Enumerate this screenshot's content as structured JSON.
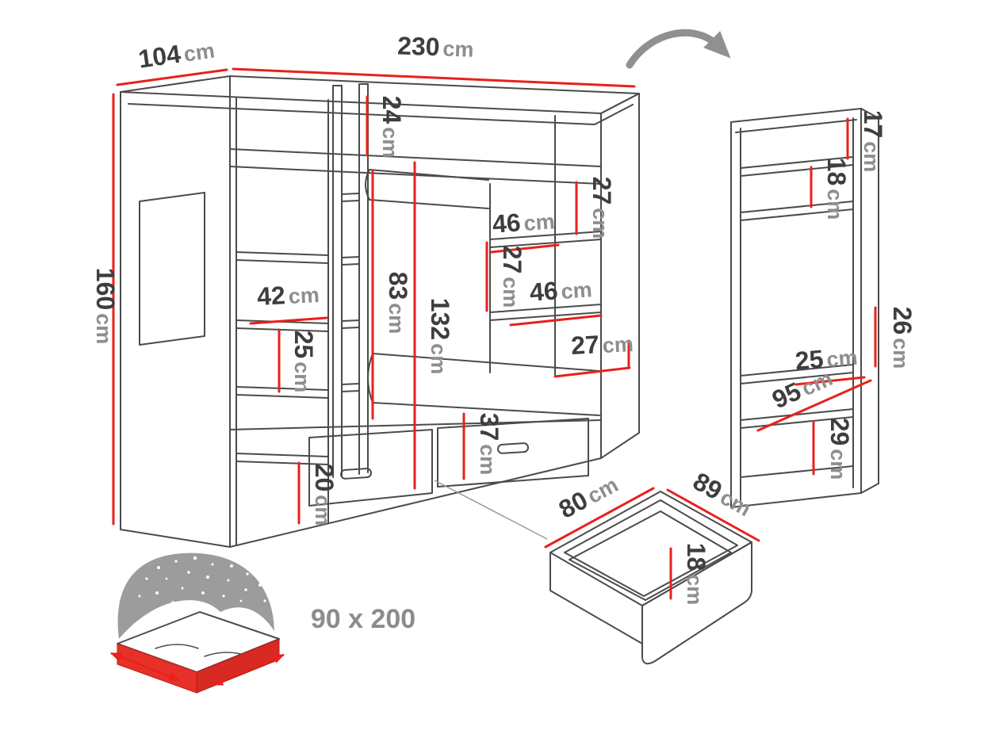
{
  "colors": {
    "outline": "#4b4b4b",
    "dimension_red": "#e8211c",
    "value_text": "#3e3e3e",
    "unit_text": "#8e8e8e",
    "note_text": "#8c8c8c",
    "arrow_gray": "#909090",
    "blanket_gray": "#9c9c9c",
    "mattress_red": "#e73128",
    "background": "#ffffff"
  },
  "figures": {
    "main": "bunk-bed",
    "top_right": "shelf-cabinet",
    "bottom_middle": "storage-drawer",
    "bottom_left": "mattress-with-starry-blanket"
  },
  "icons": {
    "rotation_arrow": "curved-arrow-right"
  },
  "labels": {
    "bed_depth": {
      "value": "104",
      "unit": "cm"
    },
    "bed_width": {
      "value": "230",
      "unit": "cm"
    },
    "bed_height": {
      "value": "160",
      "unit": "cm"
    },
    "guard_rail_height": {
      "value": "24",
      "unit": "cm"
    },
    "shelf_gap_top": {
      "value": "27",
      "unit": "cm"
    },
    "shelf_width_upper": {
      "value": "46",
      "unit": "cm"
    },
    "shelf_gap_middle": {
      "value": "27",
      "unit": "cm"
    },
    "shelf_width_lower": {
      "value": "46",
      "unit": "cm"
    },
    "cubby_width": {
      "value": "42",
      "unit": "cm"
    },
    "cubby_gap": {
      "value": "25",
      "unit": "cm"
    },
    "bunk_clearance": {
      "value": "83",
      "unit": "cm"
    },
    "upper_bunk_height": {
      "value": "132",
      "unit": "cm"
    },
    "side_rail_height": {
      "value": "27",
      "unit": "cm"
    },
    "drawer_front_height": {
      "value": "37",
      "unit": "cm"
    },
    "plinth_height": {
      "value": "20",
      "unit": "cm"
    },
    "cabinet_top_gap": {
      "value": "17",
      "unit": "cm"
    },
    "cabinet_shelf_gap": {
      "value": "18",
      "unit": "cm"
    },
    "cabinet_depth": {
      "value": "26",
      "unit": "cm"
    },
    "cabinet_shelf_depth": {
      "value": "25",
      "unit": "cm"
    },
    "cabinet_height": {
      "value": "95",
      "unit": "cm"
    },
    "cabinet_bottom_gap": {
      "value": "29",
      "unit": "cm"
    },
    "drawer_width": {
      "value": "80",
      "unit": "cm"
    },
    "drawer_length": {
      "value": "89",
      "unit": "cm"
    },
    "drawer_inner_depth": {
      "value": "18",
      "unit": "cm"
    },
    "mattress_size": {
      "value": "90 x 200",
      "unit": ""
    }
  }
}
